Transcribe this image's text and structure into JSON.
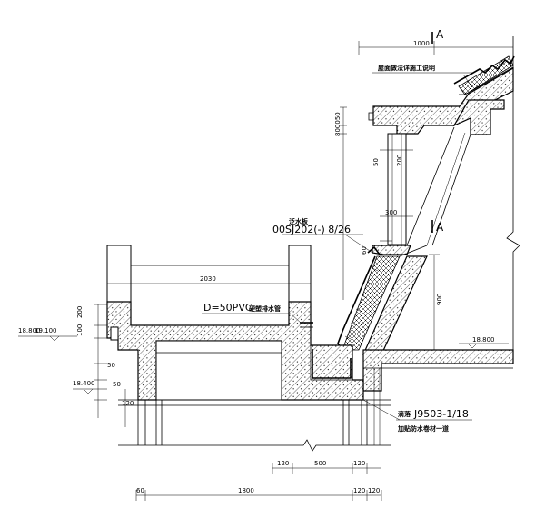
{
  "section_marks": {
    "top": "A",
    "middle": "A"
  },
  "dimensions": {
    "top_width": "1000",
    "eave_heights": "800050",
    "column_50": "50",
    "column_200": "200",
    "column_300": "300",
    "ledge_60": "60",
    "right_900": "900",
    "gutter_span": "2030",
    "left_200": "200",
    "left_100": "100",
    "left_50a": "50",
    "left_50b": "50",
    "left_120": "120",
    "bottom_120a": "120",
    "bottom_500": "500",
    "bottom_120b": "120",
    "bottom_60": "60",
    "bottom_1800": "1800",
    "bottom_120c": "120",
    "bottom_120d": "120"
  },
  "elevations": {
    "left_a": "18.800",
    "left_b": "19.100",
    "left_c": "18.400",
    "right": "18.800"
  },
  "labels": {
    "roof_note": "屋面做法详施工说明",
    "flashing_label": "泛水板",
    "flashing_ref": "00SJ202(-) 8/26",
    "pipe": "D=50PVC",
    "pipe_note": "硬塑排水管",
    "drain_ref_prefix": "滴落",
    "drain_ref": "J9503-1/18",
    "waterproof_note": "加贴防水卷材一道"
  }
}
